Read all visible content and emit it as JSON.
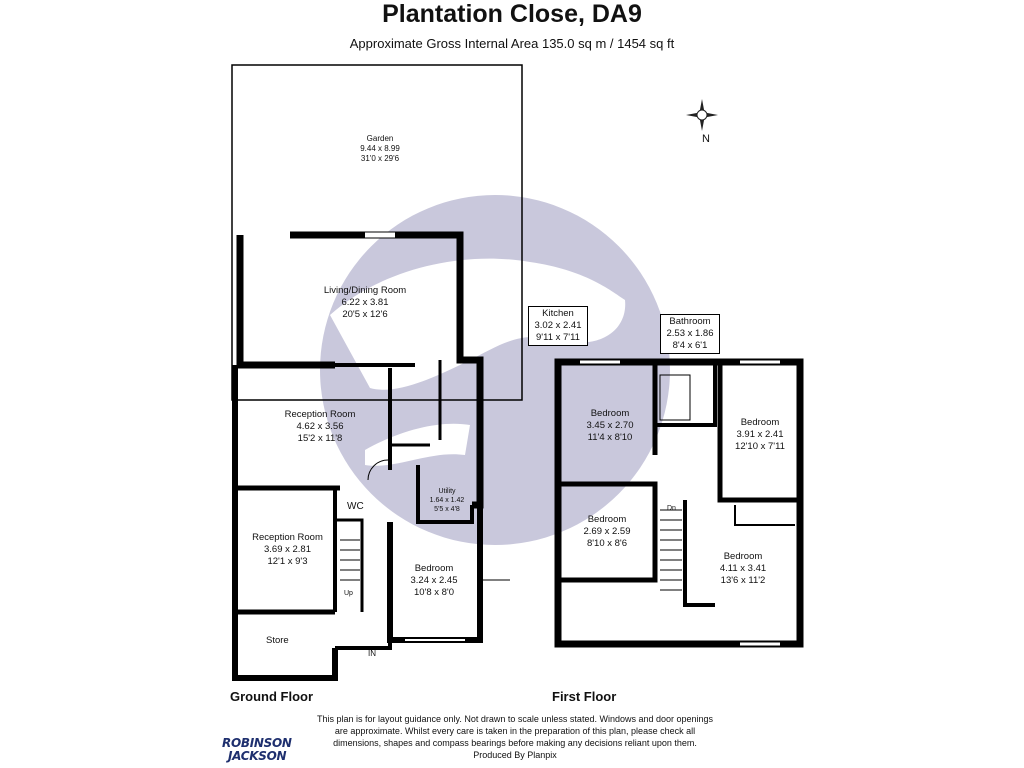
{
  "header": {
    "title": "Plantation Close, DA9",
    "subtitle": "Approximate Gross Internal Area 135.0 sq m / 1454 sq ft"
  },
  "compass": {
    "label": "N"
  },
  "ground_floor": {
    "label": "Ground Floor",
    "rooms": {
      "garden": {
        "name": "Garden",
        "metric": "9.44 x 8.99",
        "imperial": "31'0 x 29'6"
      },
      "living": {
        "name": "Living/Dining Room",
        "metric": "6.22 x 3.81",
        "imperial": "20'5 x 12'6"
      },
      "reception1": {
        "name": "Reception Room",
        "metric": "4.62 x 3.56",
        "imperial": "15'2 x 11'8"
      },
      "reception2": {
        "name": "Reception Room",
        "metric": "3.69 x 2.81",
        "imperial": "12'1 x 9'3"
      },
      "kitchen": {
        "name": "Kitchen",
        "metric": "3.02 x 2.41",
        "imperial": "9'11 x 7'11"
      },
      "utility": {
        "name": "Utility",
        "metric": "1.64 x 1.42",
        "imperial": "5'5 x 4'8"
      },
      "wc": {
        "name": "WC"
      },
      "bedroom": {
        "name": "Bedroom",
        "metric": "3.24 x 2.45",
        "imperial": "10'8 x 8'0"
      },
      "store": {
        "name": "Store"
      }
    },
    "up_label": "Up",
    "in_label": "IN"
  },
  "first_floor": {
    "label": "First Floor",
    "rooms": {
      "bathroom": {
        "name": "Bathroom",
        "metric": "2.53 x 1.86",
        "imperial": "8'4 x 6'1"
      },
      "bed1": {
        "name": "Bedroom",
        "metric": "3.45 x 2.70",
        "imperial": "11'4 x 8'10"
      },
      "bed2": {
        "name": "Bedroom",
        "metric": "3.91 x 2.41",
        "imperial": "12'10 x 7'11"
      },
      "bed3": {
        "name": "Bedroom",
        "metric": "2.69 x 2.59",
        "imperial": "8'10 x 8'6"
      },
      "bed4": {
        "name": "Bedroom",
        "metric": "4.11 x 3.41",
        "imperial": "13'6 x 11'2"
      }
    },
    "dn_label": "Dn"
  },
  "disclaimer": {
    "line1": "This plan is for layout guidance only. Not drawn to scale unless stated. Windows and door openings",
    "line2": "are approximate. Whilst every care is taken in the preparation of this plan, please check all",
    "line3": "dimensions, shapes and compass bearings before making any decisions reliant upon them.",
    "line4": "Produced By Planpix"
  },
  "logo": {
    "line1": "ROBINSON",
    "line2": "JACKSON"
  },
  "colors": {
    "wall": "#000000",
    "watermark": "#c9c8dc",
    "text": "#111111",
    "logo": "#1e2f6e"
  }
}
